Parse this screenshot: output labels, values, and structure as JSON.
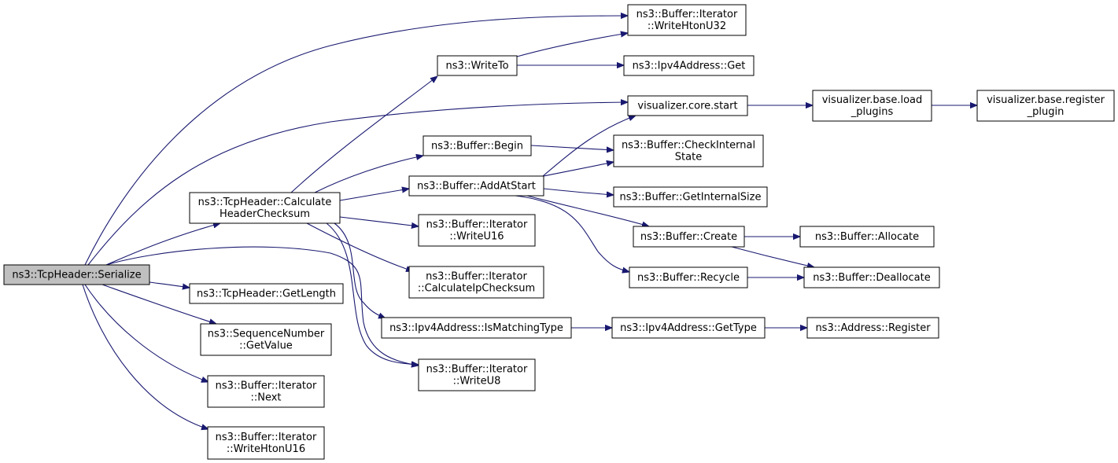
{
  "nodes": [
    {
      "id": "serialize",
      "lines": [
        "ns3::TcpHeader::Serialize"
      ]
    },
    {
      "id": "writehtonu32",
      "lines": [
        "ns3::Buffer::Iterator",
        "::WriteHtonU32"
      ]
    },
    {
      "id": "writeto",
      "lines": [
        "ns3::WriteTo"
      ]
    },
    {
      "id": "ipv4get",
      "lines": [
        "ns3::Ipv4Address::Get"
      ]
    },
    {
      "id": "corestart",
      "lines": [
        "visualizer.core.start"
      ]
    },
    {
      "id": "loadplugins",
      "lines": [
        "visualizer.base.load",
        "_plugins"
      ]
    },
    {
      "id": "registerplugin",
      "lines": [
        "visualizer.base.register",
        "_plugin"
      ]
    },
    {
      "id": "begin",
      "lines": [
        "ns3::Buffer::Begin"
      ]
    },
    {
      "id": "checkinternal",
      "lines": [
        "ns3::Buffer::CheckInternal",
        "State"
      ]
    },
    {
      "id": "calcchecksum",
      "lines": [
        "ns3::TcpHeader::Calculate",
        "HeaderChecksum"
      ]
    },
    {
      "id": "addatstart",
      "lines": [
        "ns3::Buffer::AddAtStart"
      ]
    },
    {
      "id": "getinternalsize",
      "lines": [
        "ns3::Buffer::GetInternalSize"
      ]
    },
    {
      "id": "create",
      "lines": [
        "ns3::Buffer::Create"
      ]
    },
    {
      "id": "allocate",
      "lines": [
        "ns3::Buffer::Allocate"
      ]
    },
    {
      "id": "writeu16",
      "lines": [
        "ns3::Buffer::Iterator",
        "::WriteU16"
      ]
    },
    {
      "id": "recycle",
      "lines": [
        "ns3::Buffer::Recycle"
      ]
    },
    {
      "id": "deallocate",
      "lines": [
        "ns3::Buffer::Deallocate"
      ]
    },
    {
      "id": "calcipchecksum",
      "lines": [
        "ns3::Buffer::Iterator",
        "::CalculateIpChecksum"
      ]
    },
    {
      "id": "getlength",
      "lines": [
        "ns3::TcpHeader::GetLength"
      ]
    },
    {
      "id": "ismatchingtype",
      "lines": [
        "ns3::Ipv4Address::IsMatchingType"
      ]
    },
    {
      "id": "gettype",
      "lines": [
        "ns3::Ipv4Address::GetType"
      ]
    },
    {
      "id": "register",
      "lines": [
        "ns3::Address::Register"
      ]
    },
    {
      "id": "getvalue",
      "lines": [
        "ns3::SequenceNumber",
        "::GetValue"
      ]
    },
    {
      "id": "writeu8",
      "lines": [
        "ns3::Buffer::Iterator",
        "::WriteU8"
      ]
    },
    {
      "id": "next",
      "lines": [
        "ns3::Buffer::Iterator",
        "::Next"
      ]
    },
    {
      "id": "writehtonu16",
      "lines": [
        "ns3::Buffer::Iterator",
        "::WriteHtonU16"
      ]
    }
  ],
  "edges": [
    {
      "from": "serialize",
      "to": "writehtonu32"
    },
    {
      "from": "serialize",
      "to": "corestart"
    },
    {
      "from": "serialize",
      "to": "calcchecksum"
    },
    {
      "from": "serialize",
      "to": "writeu8"
    },
    {
      "from": "serialize",
      "to": "getlength"
    },
    {
      "from": "serialize",
      "to": "getvalue"
    },
    {
      "from": "serialize",
      "to": "next"
    },
    {
      "from": "serialize",
      "to": "writehtonu16"
    },
    {
      "from": "writeto",
      "to": "writehtonu32"
    },
    {
      "from": "writeto",
      "to": "ipv4get"
    },
    {
      "from": "corestart",
      "to": "loadplugins"
    },
    {
      "from": "loadplugins",
      "to": "registerplugin"
    },
    {
      "from": "begin",
      "to": "checkinternal"
    },
    {
      "from": "calcchecksum",
      "to": "writeto"
    },
    {
      "from": "calcchecksum",
      "to": "begin"
    },
    {
      "from": "calcchecksum",
      "to": "addatstart"
    },
    {
      "from": "calcchecksum",
      "to": "writeu16"
    },
    {
      "from": "calcchecksum",
      "to": "calcipchecksum"
    },
    {
      "from": "calcchecksum",
      "to": "ismatchingtype"
    },
    {
      "from": "calcchecksum",
      "to": "writeu8"
    },
    {
      "from": "addatstart",
      "to": "corestart"
    },
    {
      "from": "addatstart",
      "to": "checkinternal"
    },
    {
      "from": "addatstart",
      "to": "getinternalsize"
    },
    {
      "from": "addatstart",
      "to": "create"
    },
    {
      "from": "addatstart",
      "to": "recycle"
    },
    {
      "from": "create",
      "to": "allocate"
    },
    {
      "from": "create",
      "to": "deallocate"
    },
    {
      "from": "recycle",
      "to": "deallocate"
    },
    {
      "from": "ismatchingtype",
      "to": "gettype"
    },
    {
      "from": "gettype",
      "to": "register"
    }
  ]
}
